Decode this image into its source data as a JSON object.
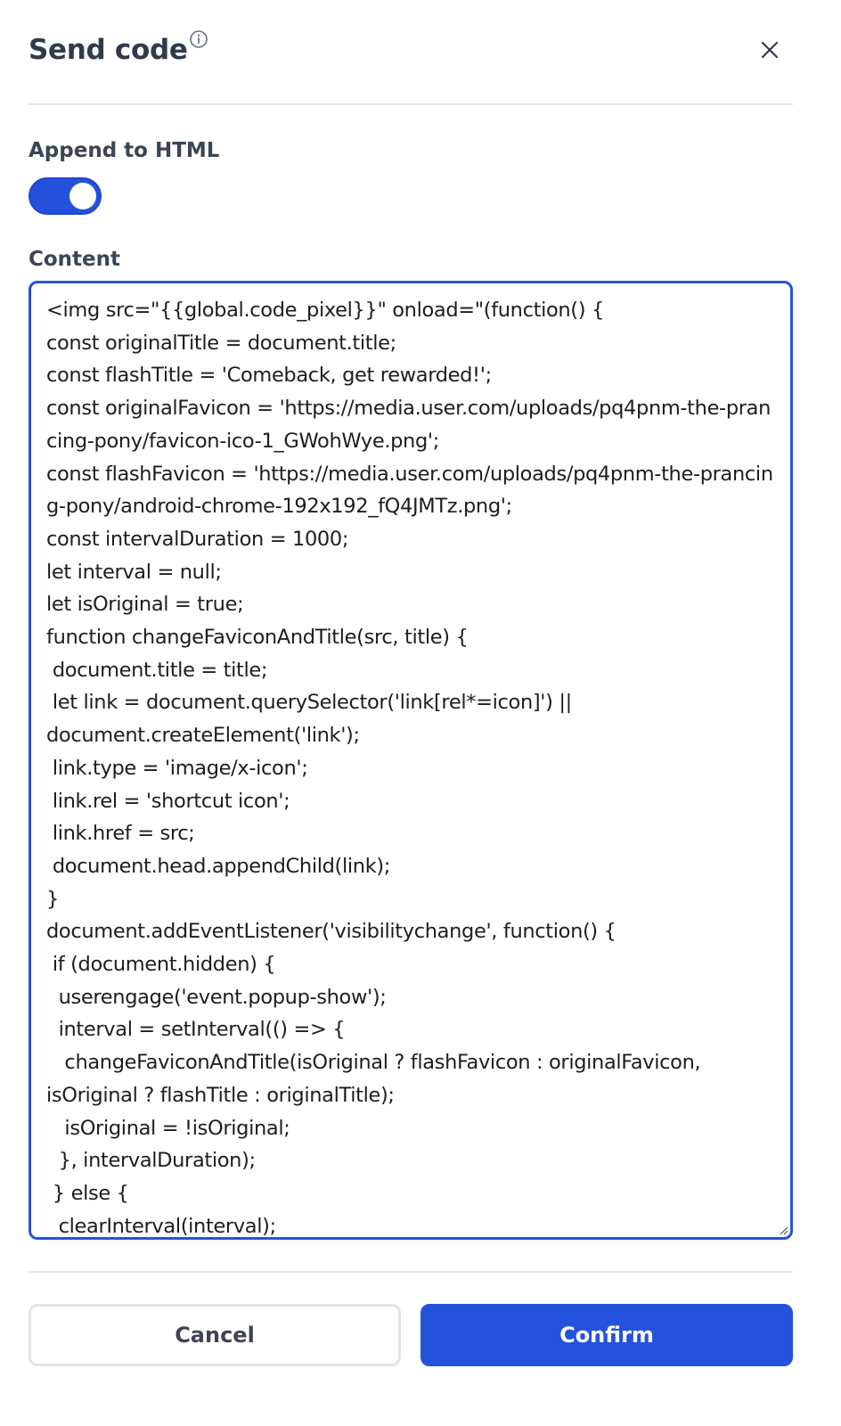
{
  "dialog": {
    "title": "Send code",
    "close_label": "×"
  },
  "append": {
    "label": "Append to HTML",
    "enabled": true
  },
  "content": {
    "label": "Content",
    "code": "<img src=\"{{global.code_pixel}}\" onload=\"(function() {\nconst originalTitle = document.title;\nconst flashTitle = 'Comeback, get rewarded!';\nconst originalFavicon = 'https://media.user.com/uploads/pq4pnm-the-prancing-pony/favicon-ico-1_GWohWye.png';\nconst flashFavicon = 'https://media.user.com/uploads/pq4pnm-the-prancing-pony/android-chrome-192x192_fQ4JMTz.png';\nconst intervalDuration = 1000;\nlet interval = null;\nlet isOriginal = true;\nfunction changeFaviconAndTitle(src, title) {\n document.title = title;\n let link = document.querySelector('link[rel*=icon]') ||\ndocument.createElement('link');\n link.type = 'image/x-icon';\n link.rel = 'shortcut icon';\n link.href = src;\n document.head.appendChild(link);\n}\ndocument.addEventListener('visibilitychange', function() {\n if (document.hidden) {\n  userengage('event.popup-show');\n  interval = setInterval(() => {\n   changeFaviconAndTitle(isOriginal ? flashFavicon : originalFavicon,\nisOriginal ? flashTitle : originalTitle);\n   isOriginal = !isOriginal;\n  }, intervalDuration);\n } else {\n  clearInterval(interval);"
  },
  "footer": {
    "cancel_label": "Cancel",
    "confirm_label": "Confirm"
  },
  "colors": {
    "accent": "#2552dd",
    "text": "#303a4a",
    "divider": "#e3e6ea"
  }
}
